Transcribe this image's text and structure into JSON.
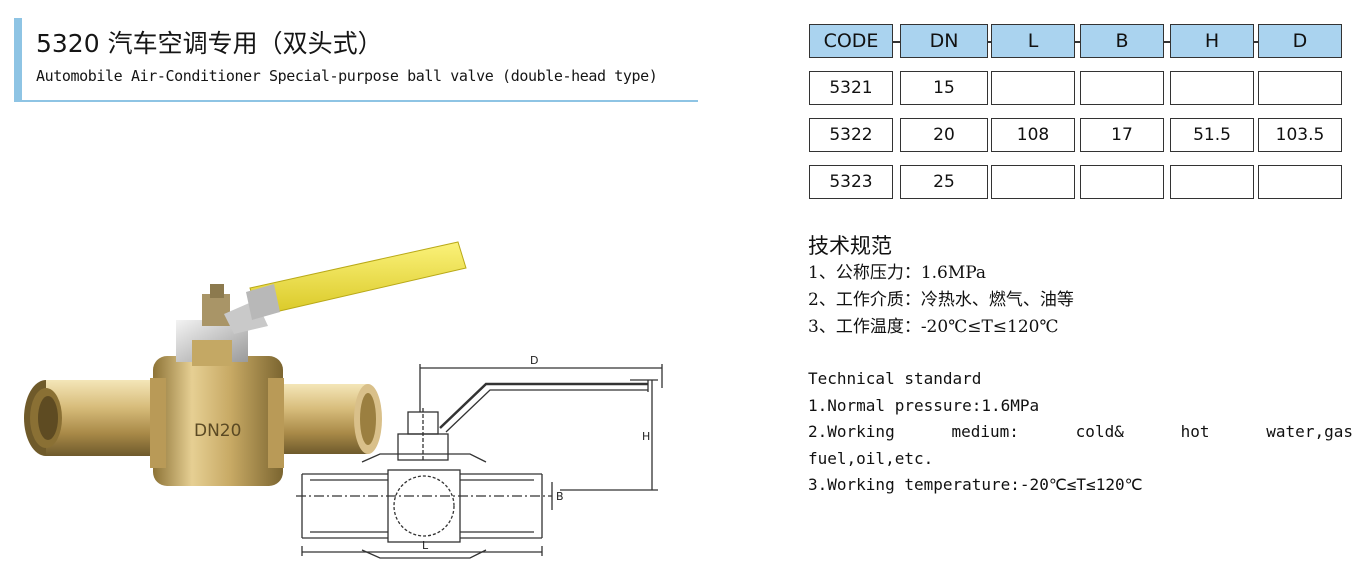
{
  "header": {
    "title_cn": "5320 汽车空调专用（双头式）",
    "title_en": "Automobile Air-Conditioner Special-purpose ball valve (double-head type)"
  },
  "product": {
    "body_marking": "DN20",
    "drawing_dims": {
      "d": "D",
      "h": "H",
      "b": "B",
      "l": "L"
    }
  },
  "spec_table": {
    "headers": [
      "CODE",
      "DN",
      "L",
      "B",
      "H",
      "D"
    ],
    "rows": [
      [
        "5321",
        "15",
        "",
        "",
        "",
        ""
      ],
      [
        "5322",
        "20",
        "108",
        "17",
        "51.5",
        "103.5"
      ],
      [
        "5323",
        "25",
        "",
        "",
        "",
        ""
      ]
    ]
  },
  "standard_cn": {
    "heading": "技术规范",
    "items": [
      "1、公称压力：1.6MPa",
      "2、工作介质：冷热水、燃气、油等",
      "3、工作温度：-20℃≤T≤120℃"
    ]
  },
  "standard_en": {
    "heading": "Technical standard",
    "item1": "1.Normal pressure:1.6MPa",
    "item2_words": [
      "2.Working",
      "medium:",
      "cold&",
      "hot",
      "water,gas"
    ],
    "item2_cont": "fuel,oil,etc.",
    "item3": "3.Working temperature:-20℃≤T≤120℃"
  },
  "colors": {
    "accent_blue": "#8ec4e4",
    "table_header": "#aad3ef",
    "handle_yellow": "#f2e84a",
    "brass": "#c9ab6a"
  }
}
